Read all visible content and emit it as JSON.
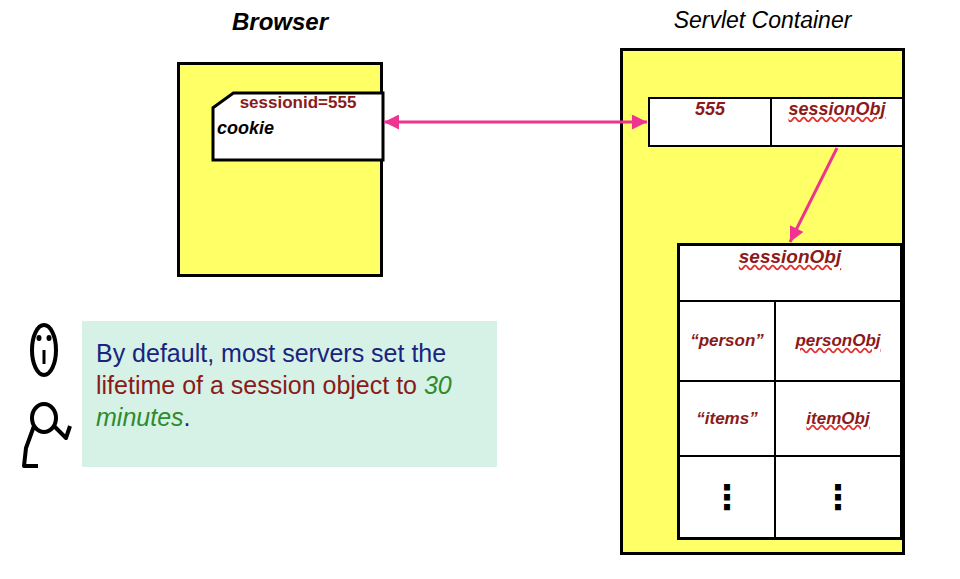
{
  "diagram": {
    "nodes": [
      {
        "text": [
          "Browser"
        ]
      },
      {
        "text": [
          "sessionid=555",
          "cookie"
        ],
        "in": 0
      },
      {
        "text": [
          "Servlet Container"
        ]
      },
      {
        "text": [
          "555"
        ],
        "in": 2
      },
      {
        "text": [
          "sessionObj"
        ],
        "in": 2
      },
      {
        "text": [
          "sessionObj"
        ],
        "in": 2
      },
      {
        "text": [
          "By default, most servers set the lifetime of a session object to 30 minutes."
        ]
      }
    ],
    "edges": [
      {
        "from": 1,
        "to": 3,
        "arrow": "both"
      },
      {
        "from": 4,
        "to": 5,
        "arrow": "to"
      }
    ],
    "labels": [
      "“person”",
      "personObj",
      "“items”",
      "itemObj",
      "⋮",
      "⋮"
    ]
  }
}
